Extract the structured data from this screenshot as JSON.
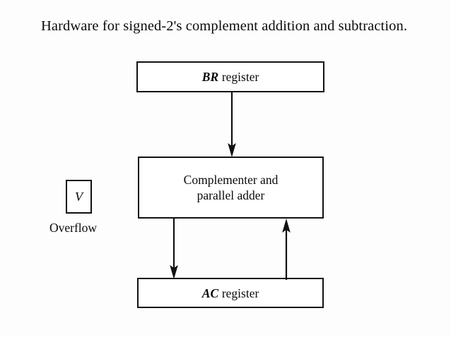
{
  "figure": {
    "title": "Hardware for signed-2's complement addition and subtraction.",
    "type": "block-diagram"
  },
  "blocks": [
    {
      "id": "br-register",
      "label_emphasis": "BR",
      "label_rest": " register",
      "full_label": "BR register"
    },
    {
      "id": "complementer-parallel-adder",
      "line1": "Complementer and",
      "line2": "parallel adder",
      "full_label": "Complementer and parallel adder"
    },
    {
      "id": "ac-register",
      "label_emphasis": "AC",
      "label_rest": " register",
      "full_label": "AC register"
    },
    {
      "id": "overflow-flag",
      "label": "V",
      "caption": "Overflow"
    }
  ],
  "connections": [
    {
      "id": "br-to-adder",
      "from": "br-register",
      "to": "complementer-parallel-adder",
      "direction": "down"
    },
    {
      "id": "adder-to-ac",
      "from": "complementer-parallel-adder",
      "to": "ac-register",
      "direction": "down"
    },
    {
      "id": "ac-to-adder",
      "from": "ac-register",
      "to": "complementer-parallel-adder",
      "direction": "up"
    }
  ],
  "colors": {
    "ink": "#111111",
    "background": "#fdfdfd"
  }
}
